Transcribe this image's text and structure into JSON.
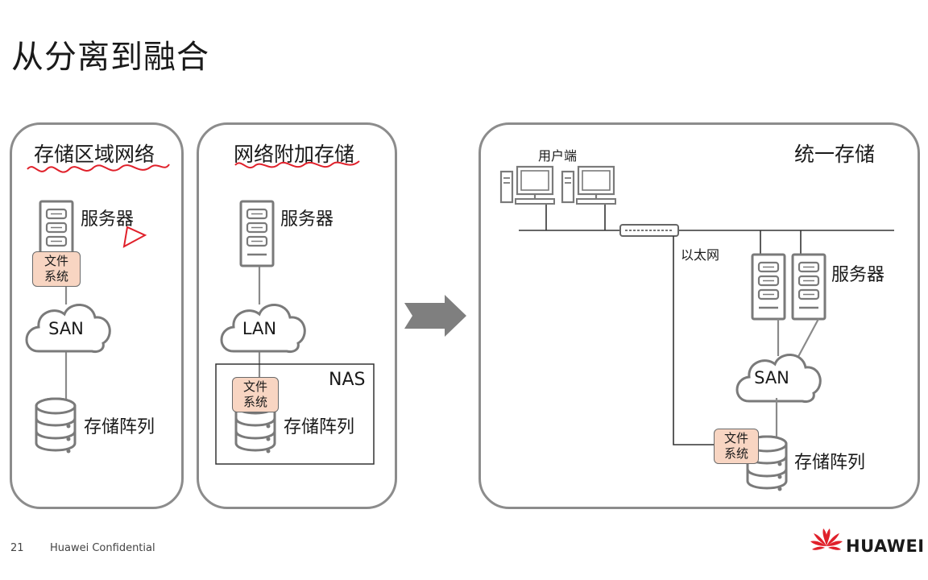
{
  "slide": {
    "title": "从分离到融合",
    "page_number": "21",
    "confidential": "Huawei Confidential",
    "brand": "HUAWEI"
  },
  "san_panel": {
    "title": "存储区域网络",
    "server_label": "服务器",
    "filesystem_label": [
      "文件",
      "系统"
    ],
    "cloud_label": "SAN",
    "storage_label": "存储阵列"
  },
  "nas_panel": {
    "title": "网络附加存储",
    "server_label": "服务器",
    "cloud_label": "LAN",
    "nas_label": "NAS",
    "filesystem_label": [
      "文件",
      "系统"
    ],
    "storage_label": "存储阵列"
  },
  "unified_panel": {
    "title": "统一存储",
    "client_label": "用户端",
    "ethernet_label": "以太网",
    "server_label": "服务器",
    "cloud_label": "SAN",
    "filesystem_label": [
      "文件",
      "系统"
    ],
    "storage_label": "存储阵列"
  },
  "colors": {
    "border": "#8c8c8c",
    "filesystem_fill": "#f8d5c2",
    "annotation_red": "#e0202a",
    "arrow_gray": "#7f7f7f",
    "logo_red": "#e0202a"
  },
  "icons": [
    "server-icon",
    "cloud-icon",
    "storage-array-icon",
    "computer-icon",
    "switch-icon",
    "arrow-icon",
    "huawei-logo-icon"
  ]
}
